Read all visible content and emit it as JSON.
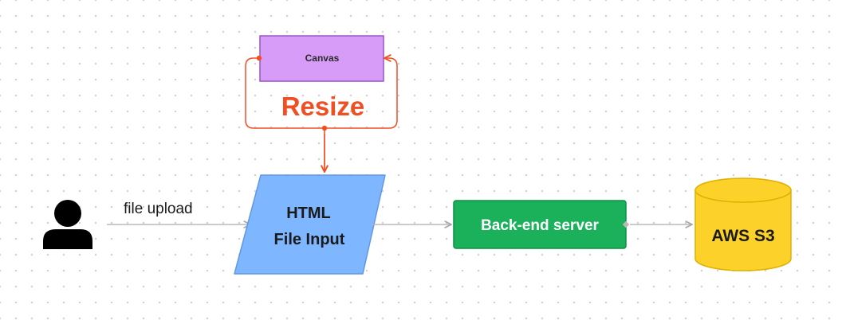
{
  "nodes": {
    "canvas": {
      "label": "Canvas",
      "fill": "#d79cf7",
      "stroke": "#9a55c0"
    },
    "html_input": {
      "line1": "HTML",
      "line2": "File Input",
      "fill": "#7eb6ff",
      "stroke": "#5f97e6"
    },
    "backend": {
      "label": "Back-end server",
      "fill": "#1bb05a",
      "stroke": "#0f8f44",
      "text_color": "#ffffff"
    },
    "s3": {
      "label": "AWS S3",
      "fill": "#fcd12a",
      "stroke": "#e0b000"
    },
    "user": {
      "icon": "user-icon",
      "color": "#000000"
    }
  },
  "edges": {
    "upload_label": "file upload",
    "resize_label": "Resize",
    "resize_color": "#f04e23",
    "connector_color": "#b8b8b8"
  }
}
